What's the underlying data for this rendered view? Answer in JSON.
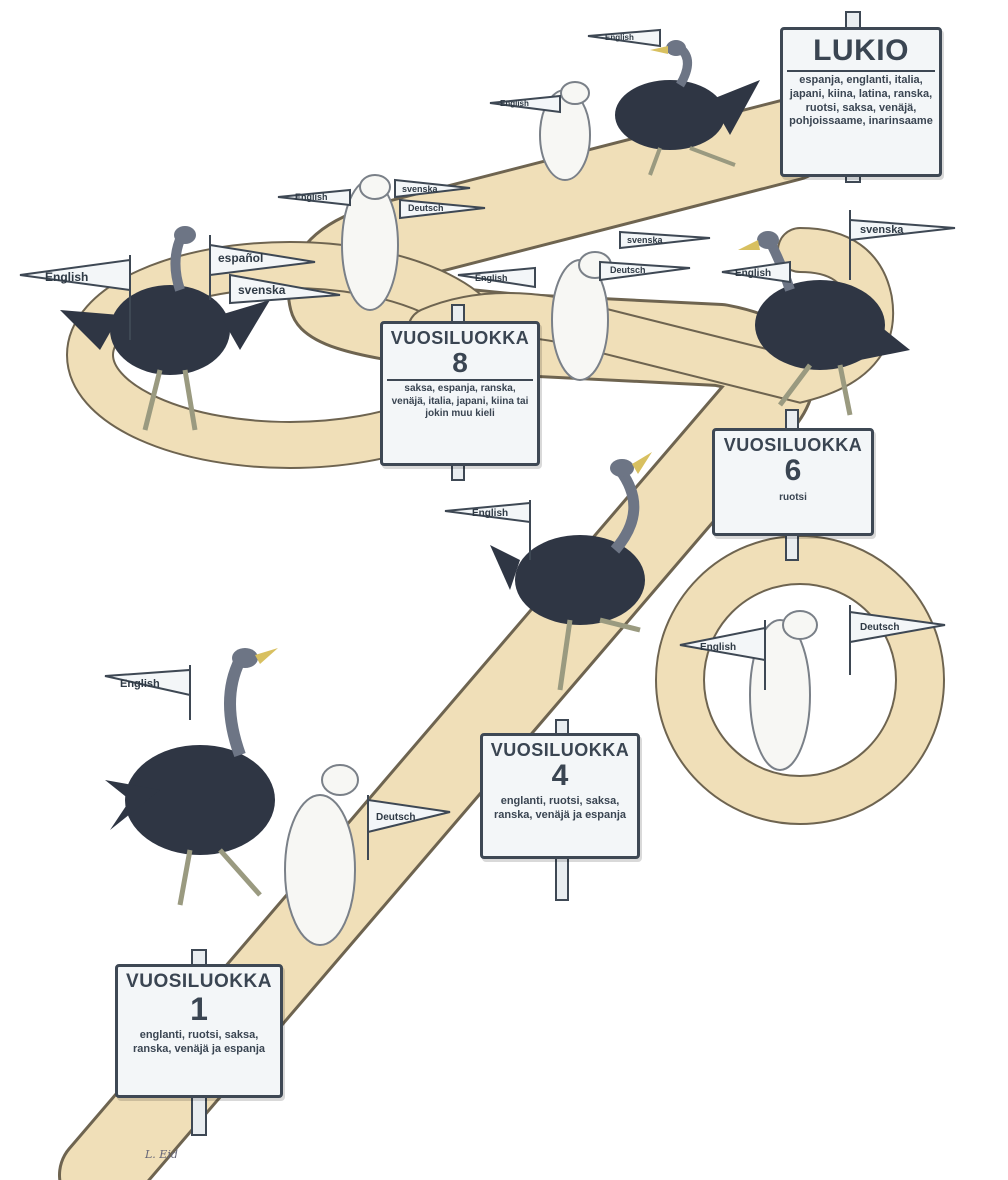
{
  "signs": {
    "lukio": {
      "title": "LUKIO",
      "langs": "espanja, englanti, italia, japani, kiina, latina, ranska, ruotsi, saksa, venäjä, pohjoissaame, inarinsaame"
    },
    "grade8": {
      "title": "VUOSILUOKKA",
      "number": "8",
      "langs": "saksa, espanja, ranska, venäjä, italia, japani, kiina tai jokin muu kieli"
    },
    "grade6": {
      "title": "VUOSILUOKKA",
      "number": "6",
      "langs": "ruotsi"
    },
    "grade4": {
      "title": "VUOSILUOKKA",
      "number": "4",
      "langs": "englanti, ruotsi, saksa, ranska, venäjä ja espanja"
    },
    "grade1": {
      "title": "VUOSILUOKKA",
      "number": "1",
      "langs": "englanti, ruotsi, saksa, ranska, venäjä ja espanja"
    }
  },
  "flags": {
    "english": "English",
    "deutsch": "Deutsch",
    "svenska": "svenska",
    "espanol": "español"
  },
  "signature": "L. Eid",
  "colors": {
    "path": "#f0dfb8",
    "path_edge": "#6e6450",
    "ostrich": "#2f3644",
    "ostrich_neck": "#6d7585",
    "ferret": "#f7f7f4",
    "sign_ink": "#3e4854"
  }
}
